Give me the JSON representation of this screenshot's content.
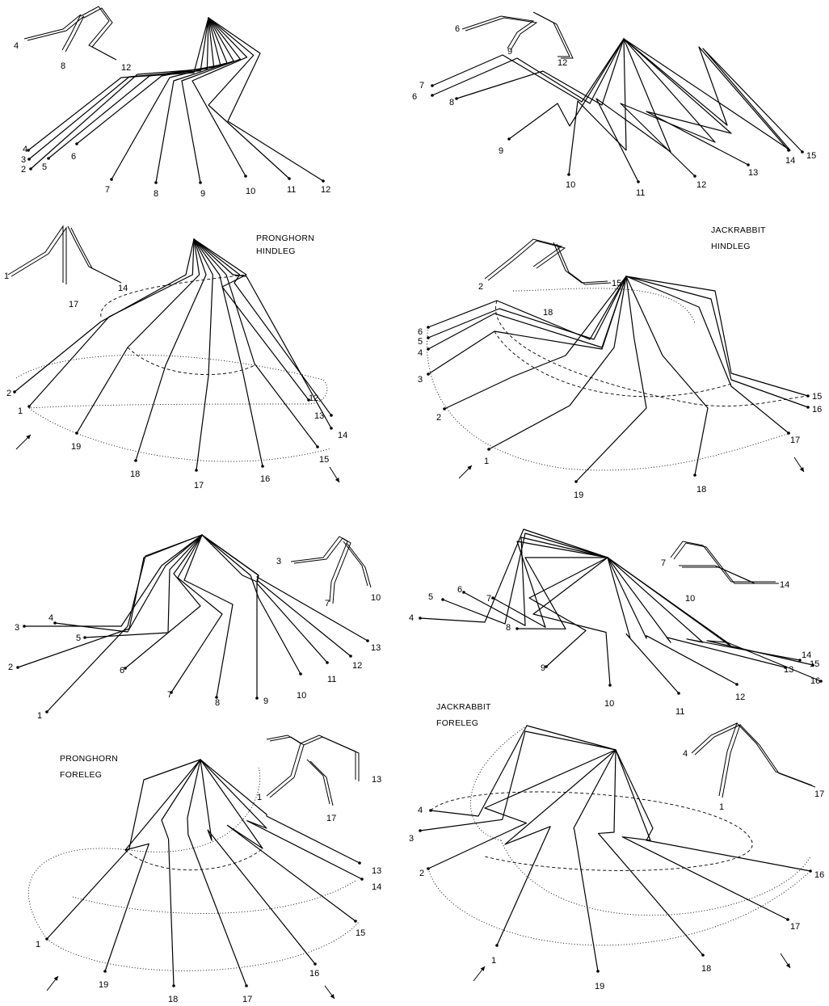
{
  "panels": [
    {
      "id": "pronghorn-hindleg-stance",
      "title": [],
      "labels": [
        "4",
        "3",
        "2",
        "5",
        "6",
        "7",
        "8",
        "9",
        "10",
        "11",
        "12"
      ],
      "inset_labels": [
        "4",
        "8",
        "12"
      ]
    },
    {
      "id": "jackrabbit-hindleg-stance",
      "title": [],
      "labels": [
        "7",
        "6",
        "8",
        "9",
        "10",
        "11",
        "12",
        "13",
        "14",
        "15"
      ],
      "inset_labels": [
        "6",
        "9",
        "12"
      ]
    },
    {
      "id": "pronghorn-hindleg-swing",
      "title": [
        "PRONGHORN",
        "HINDLEG"
      ],
      "labels": [
        "2",
        "1",
        "19",
        "18",
        "17",
        "16",
        "15",
        "14",
        "13",
        "12"
      ],
      "inset_labels": [
        "1",
        "17",
        "14"
      ]
    },
    {
      "id": "jackrabbit-hindleg-swing",
      "title": [
        "JACKRABBIT",
        "HINDLEG"
      ],
      "labels": [
        "6",
        "5",
        "4",
        "3",
        "2",
        "1",
        "19",
        "18",
        "17",
        "16",
        "15"
      ],
      "inset_labels": [
        "2",
        "18",
        "15"
      ]
    },
    {
      "id": "pronghorn-foreleg-stance",
      "title": [],
      "labels": [
        "4",
        "3",
        "5",
        "2",
        "1",
        "6",
        "7",
        "8",
        "9",
        "10",
        "11",
        "12",
        "13"
      ],
      "inset_labels": [
        "3",
        "7",
        "10"
      ]
    },
    {
      "id": "jackrabbit-foreleg-stance",
      "title": [],
      "labels": [
        "5",
        "6",
        "7",
        "4",
        "8",
        "9",
        "10",
        "11",
        "12",
        "13",
        "14",
        "15",
        "16"
      ],
      "inset_labels": [
        "7",
        "10",
        "14"
      ]
    },
    {
      "id": "pronghorn-foreleg-swing",
      "title": [
        "PRONGHORN",
        "FORELEG"
      ],
      "labels": [
        "1",
        "19",
        "18",
        "17",
        "16",
        "15",
        "14",
        "13"
      ],
      "inset_labels": [
        "1",
        "17",
        "13"
      ]
    },
    {
      "id": "jackrabbit-foreleg-swing",
      "title": [
        "JACKRABBIT",
        "FORELEG"
      ],
      "labels": [
        "4",
        "3",
        "2",
        "1",
        "19",
        "18",
        "17",
        "16"
      ],
      "inset_labels": [
        "4",
        "1",
        "17"
      ]
    }
  ]
}
